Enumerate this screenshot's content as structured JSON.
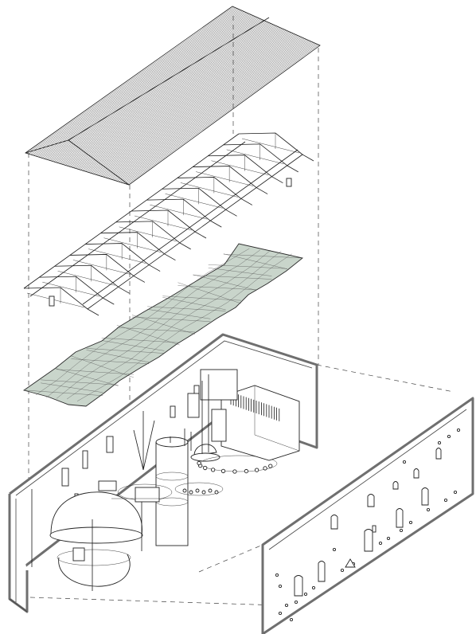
{
  "figure": {
    "type": "exploded-axonometric",
    "layers": [
      "roof-cladding",
      "roof-truss-structure",
      "suspended-mesh-canopy",
      "building-shell-with-interior",
      "detached-side-wall"
    ],
    "colors": {
      "line": "#1a1a1a",
      "wall": "#6f6f6f",
      "mesh": "#c9d5cb",
      "background": "#ffffff"
    }
  }
}
